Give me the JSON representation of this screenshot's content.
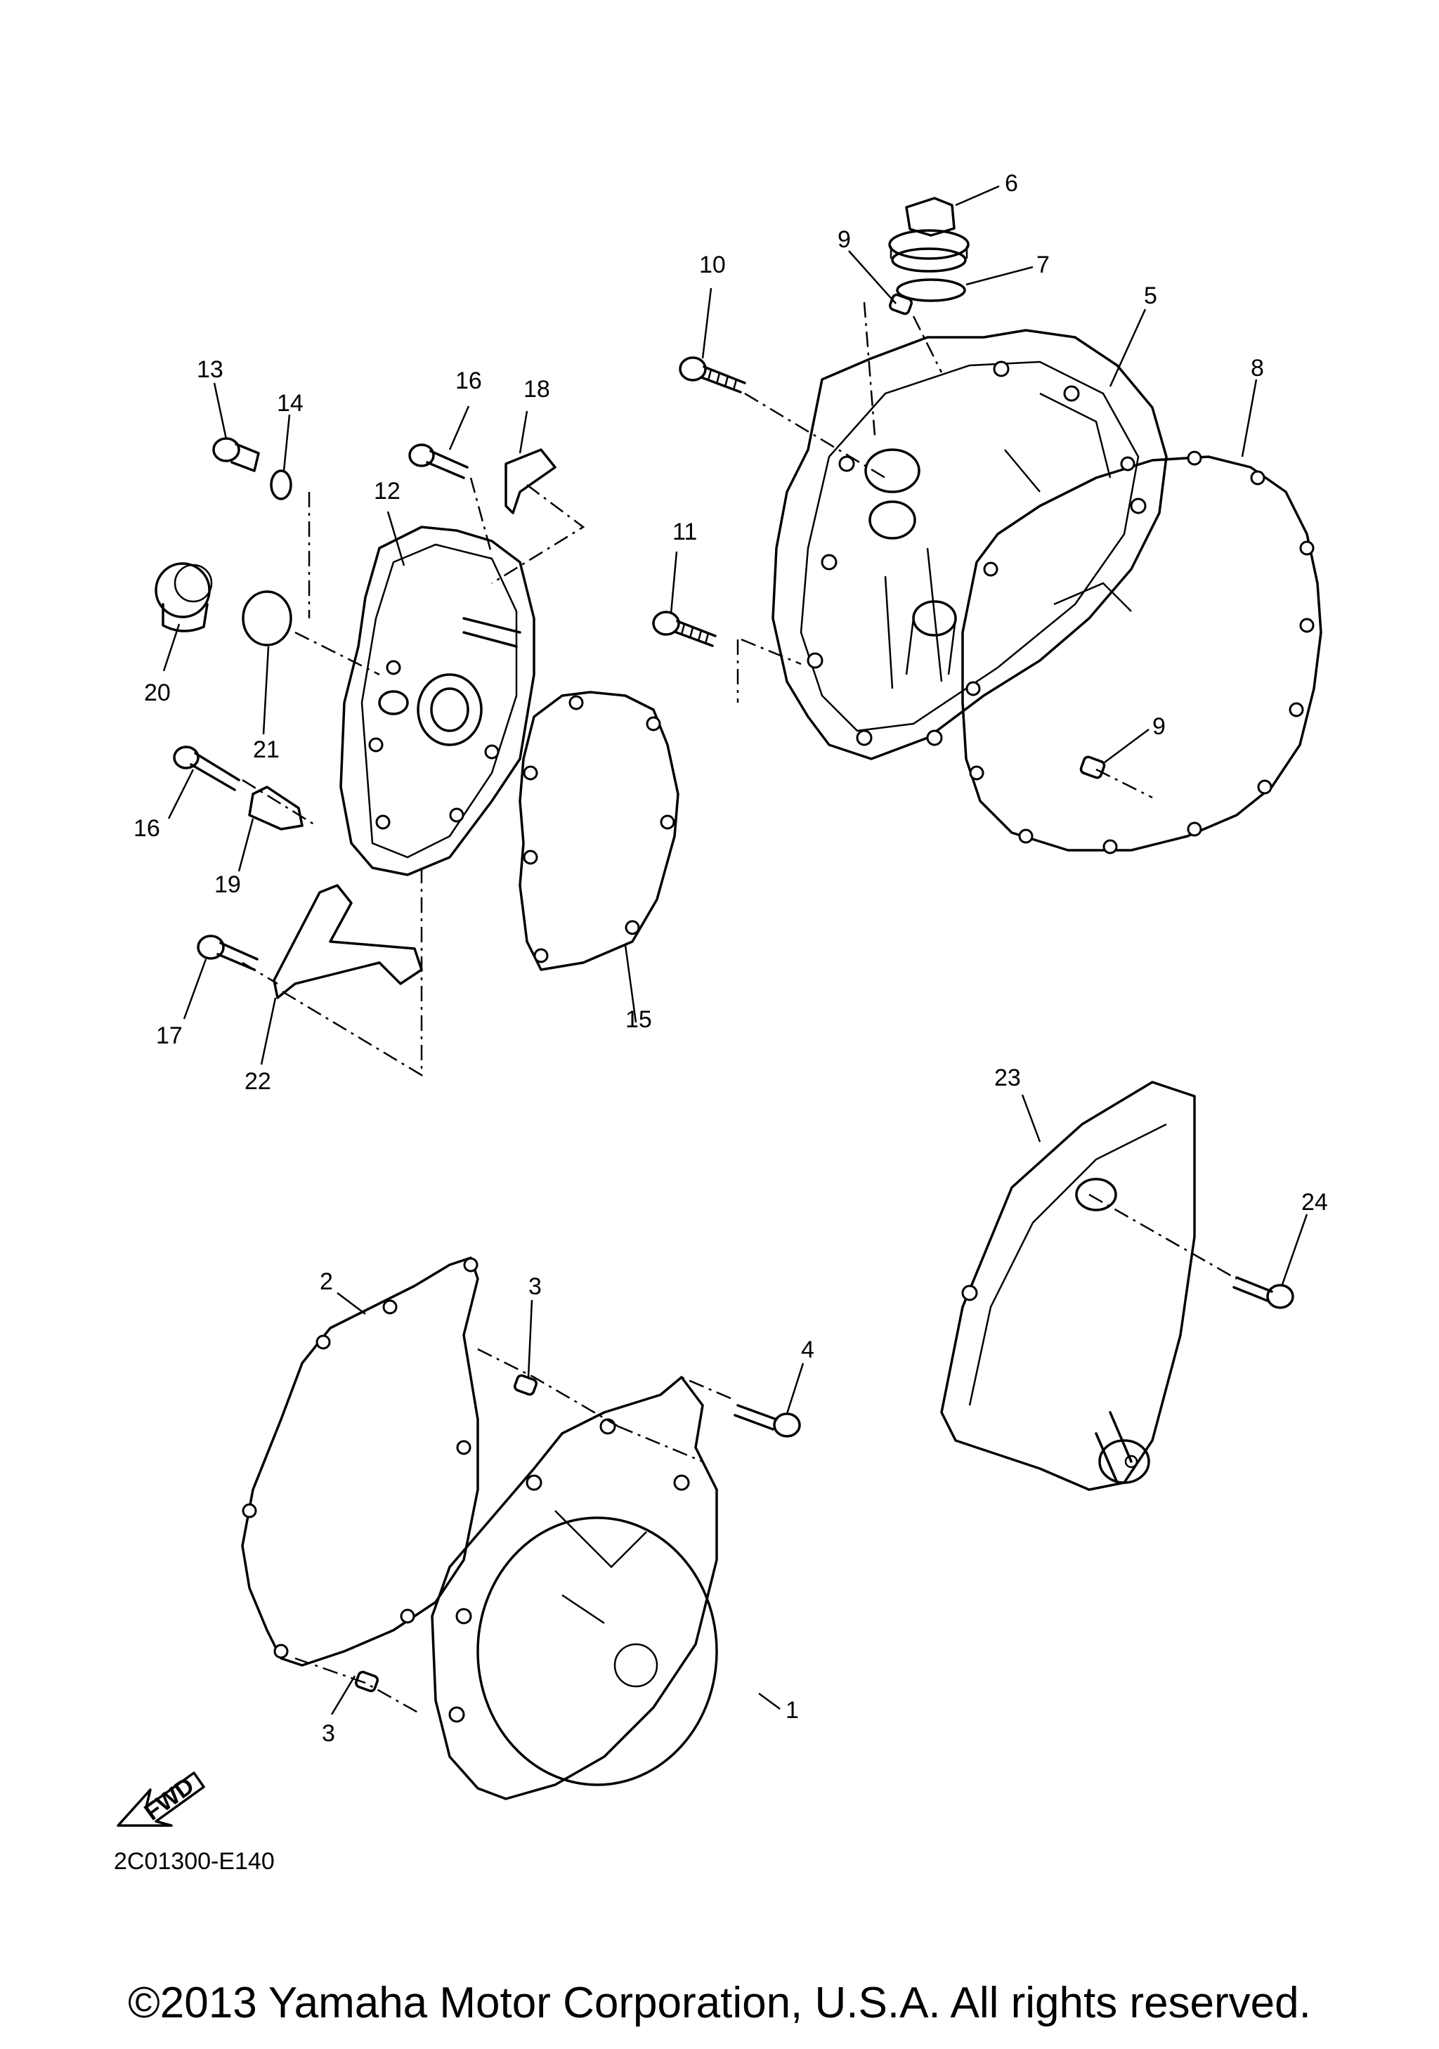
{
  "diagram": {
    "reference_code": "2C01300-E140",
    "fwd_badge": "FWD",
    "callouts": [
      "1",
      "2",
      "3",
      "3",
      "4",
      "5",
      "6",
      "7",
      "8",
      "9",
      "9",
      "10",
      "11",
      "12",
      "13",
      "14",
      "15",
      "16",
      "16",
      "17",
      "18",
      "19",
      "20",
      "21",
      "22",
      "23",
      "24"
    ]
  },
  "footer": {
    "copyright": "©2013 Yamaha Motor Corporation, U.S.A. All rights reserved."
  }
}
